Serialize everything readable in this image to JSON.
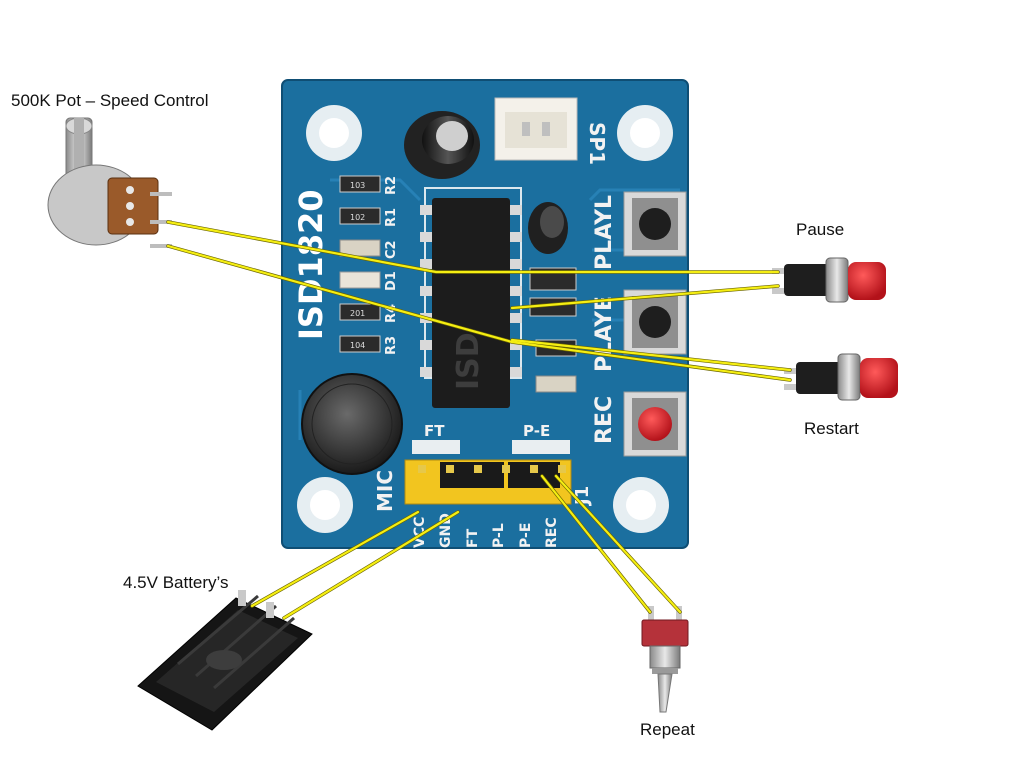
{
  "labels": {
    "pot": "500K Pot – Speed Control",
    "pause": "Pause",
    "restart": "Restart",
    "battery": "4.5V Battery’s",
    "repeat": "Repeat"
  },
  "board": {
    "chip": "ISD1820",
    "pin_labels": [
      "VCC",
      "GND",
      "FT",
      "P-L",
      "P-E",
      "REC"
    ],
    "jumper_labels": [
      "FT",
      "P-E"
    ],
    "button_labels": [
      "PLAYL",
      "PLAYE",
      "REC"
    ],
    "left_labels": [
      "R2",
      "R1",
      "C2",
      "D1",
      "R4",
      "R3"
    ],
    "resistor_codes": [
      "103",
      "102",
      "201",
      "104"
    ],
    "mic_label": "MIC",
    "speaker_label": "SP1",
    "header_label": "J1"
  },
  "colors": {
    "board": "#1b6f9f",
    "wire": "#f5ee12",
    "button_cap": "#d21c24"
  }
}
